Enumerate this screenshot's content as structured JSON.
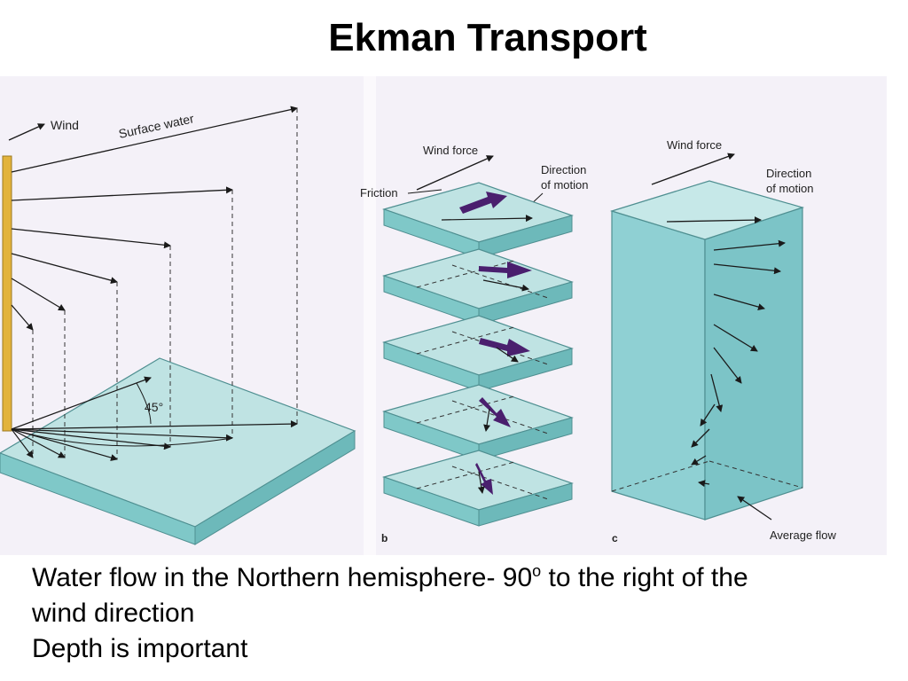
{
  "slide": {
    "title": "Ekman Transport"
  },
  "diagram": {
    "panel_a": {
      "wind_label": "Wind",
      "surface_water_label": "Surface water",
      "angle_label": "45°"
    },
    "panel_b": {
      "panel_letter": "b",
      "wind_force_label": "Wind force",
      "friction_label": "Friction",
      "direction_label_line1": "Direction",
      "direction_label_line2": "of motion"
    },
    "panel_c": {
      "panel_letter": "c",
      "wind_force_label": "Wind force",
      "direction_label_line1": "Direction",
      "direction_label_line2": "of motion",
      "average_flow_label": "Average flow"
    },
    "colors": {
      "water_top": "#bfe3e3",
      "water_side": "#7fc8c8",
      "water_body": "#8fd0d3",
      "force_arrow": "#4a1f6e",
      "pole": "#e2b33c",
      "figure_bg": "#f4f1f8"
    }
  },
  "caption": {
    "line1_pre": "Water flow in the Northern hemisphere- 90",
    "line1_sup": "o",
    "line1_post": " to the right of the",
    "line2": "wind direction",
    "line3": "Depth is important"
  }
}
